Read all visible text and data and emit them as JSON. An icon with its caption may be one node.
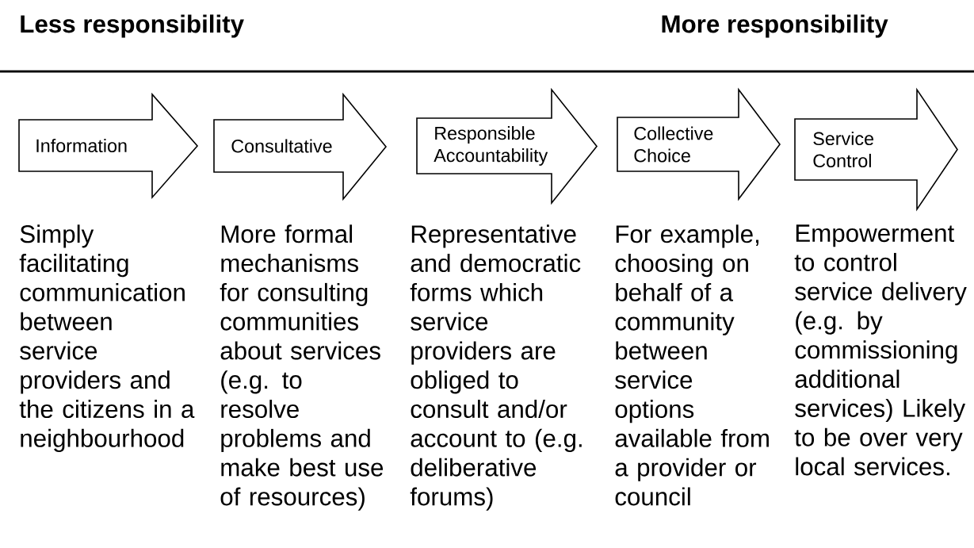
{
  "diagram": {
    "nodes": [
      {
        "text": [
          "Information"
        ],
        "beside": [
          "Simply facilitating communication between service providers and the citizens in a neighbourhood"
        ]
      },
      {
        "text": [
          "Consultative"
        ],
        "beside": [
          "More formal mechanisms for consulting communities about services (e.g. to resolve problems and make best use of resources)"
        ]
      },
      {
        "text": [
          "Responsible Accountability"
        ],
        "beside": [
          "Representative and democratic forms which service providers are obliged to consult and/or account to (e.g. deliberative forums)"
        ]
      },
      {
        "text": [
          "Collective Choice"
        ],
        "beside": [
          "For example, choosing on behalf of a community between service options available from a provider or council"
        ]
      },
      {
        "text": [
          "Service Control"
        ],
        "beside": [
          "Empowerment to control service delivery (e.g. by commissioning additional services) Likely to be over very local services."
        ]
      }
    ],
    "labels": [
      "Less responsibility",
      "More responsibility"
    ]
  }
}
